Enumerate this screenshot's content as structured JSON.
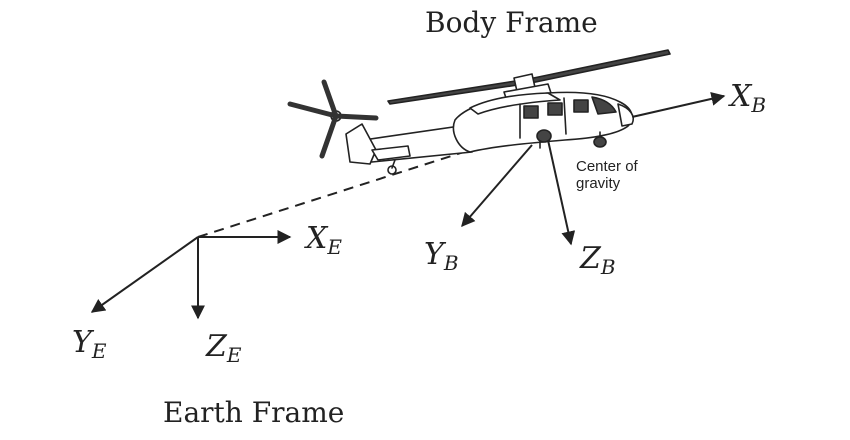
{
  "diagram": {
    "body_frame_title": "Body Frame",
    "earth_frame_title": "Earth Frame",
    "center_of_gravity_line1": "Center of",
    "center_of_gravity_line2": "gravity",
    "body_axes": {
      "x": {
        "letter": "X",
        "sub": "B"
      },
      "y": {
        "letter": "Y",
        "sub": "B"
      },
      "z": {
        "letter": "Z",
        "sub": "B"
      }
    },
    "earth_axes": {
      "x": {
        "letter": "X",
        "sub": "E"
      },
      "y": {
        "letter": "Y",
        "sub": "E"
      },
      "z": {
        "letter": "Z",
        "sub": "E"
      }
    },
    "colors": {
      "ink": "#222222",
      "helicopter_fill": "#ffffff"
    },
    "icons": {
      "vehicle": "helicopter-icon"
    }
  }
}
